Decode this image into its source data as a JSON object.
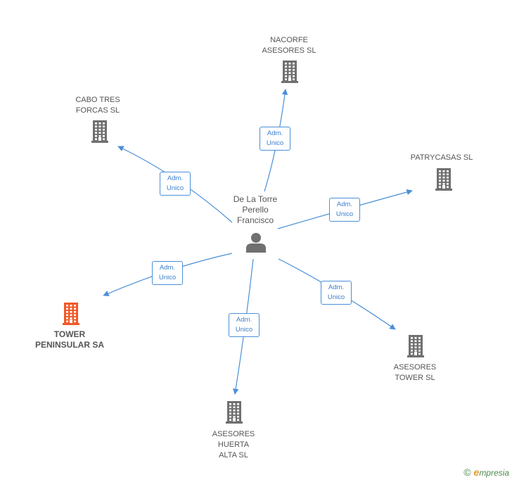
{
  "colors": {
    "edge": "#4a8fd8",
    "company": "#707070",
    "company_highlight": "#f05a28",
    "person": "#707070"
  },
  "center": {
    "icon": "person-icon",
    "lines": [
      "De La Torre",
      "Perello",
      "Francisco"
    ]
  },
  "companies": [
    {
      "id": "nacorfe",
      "lines": [
        "NACORFE",
        "ASESORES SL"
      ],
      "highlight": false,
      "icon": "building-icon"
    },
    {
      "id": "cabo",
      "lines": [
        "CABO TRES",
        "FORCAS SL"
      ],
      "highlight": false,
      "icon": "building-icon"
    },
    {
      "id": "patrycasas",
      "lines": [
        "PATRYCASAS SL"
      ],
      "highlight": false,
      "icon": "building-icon"
    },
    {
      "id": "tower",
      "lines": [
        "TOWER",
        "PENINSULAR SA"
      ],
      "highlight": true,
      "icon": "building-icon"
    },
    {
      "id": "asesores_tower",
      "lines": [
        "ASESORES",
        "TOWER SL"
      ],
      "highlight": false,
      "icon": "building-icon"
    },
    {
      "id": "huerta",
      "lines": [
        "ASESORES",
        "HUERTA",
        "ALTA SL"
      ],
      "highlight": false,
      "icon": "building-icon"
    }
  ],
  "edges": [
    {
      "to": "nacorfe",
      "label": [
        "Adm.",
        "Unico"
      ]
    },
    {
      "to": "cabo",
      "label": [
        "Adm.",
        "Unico"
      ]
    },
    {
      "to": "patrycasas",
      "label": [
        "Adm.",
        "Unico"
      ]
    },
    {
      "to": "tower",
      "label": [
        "Adm.",
        "Unico"
      ]
    },
    {
      "to": "asesores_tower",
      "label": [
        "Adm.",
        "Unico"
      ]
    },
    {
      "to": "huerta",
      "label": [
        "Adm.",
        "Unico"
      ]
    }
  ],
  "footer": {
    "copyright": "©",
    "brand_initial": "e",
    "brand_rest": "mpresia"
  }
}
